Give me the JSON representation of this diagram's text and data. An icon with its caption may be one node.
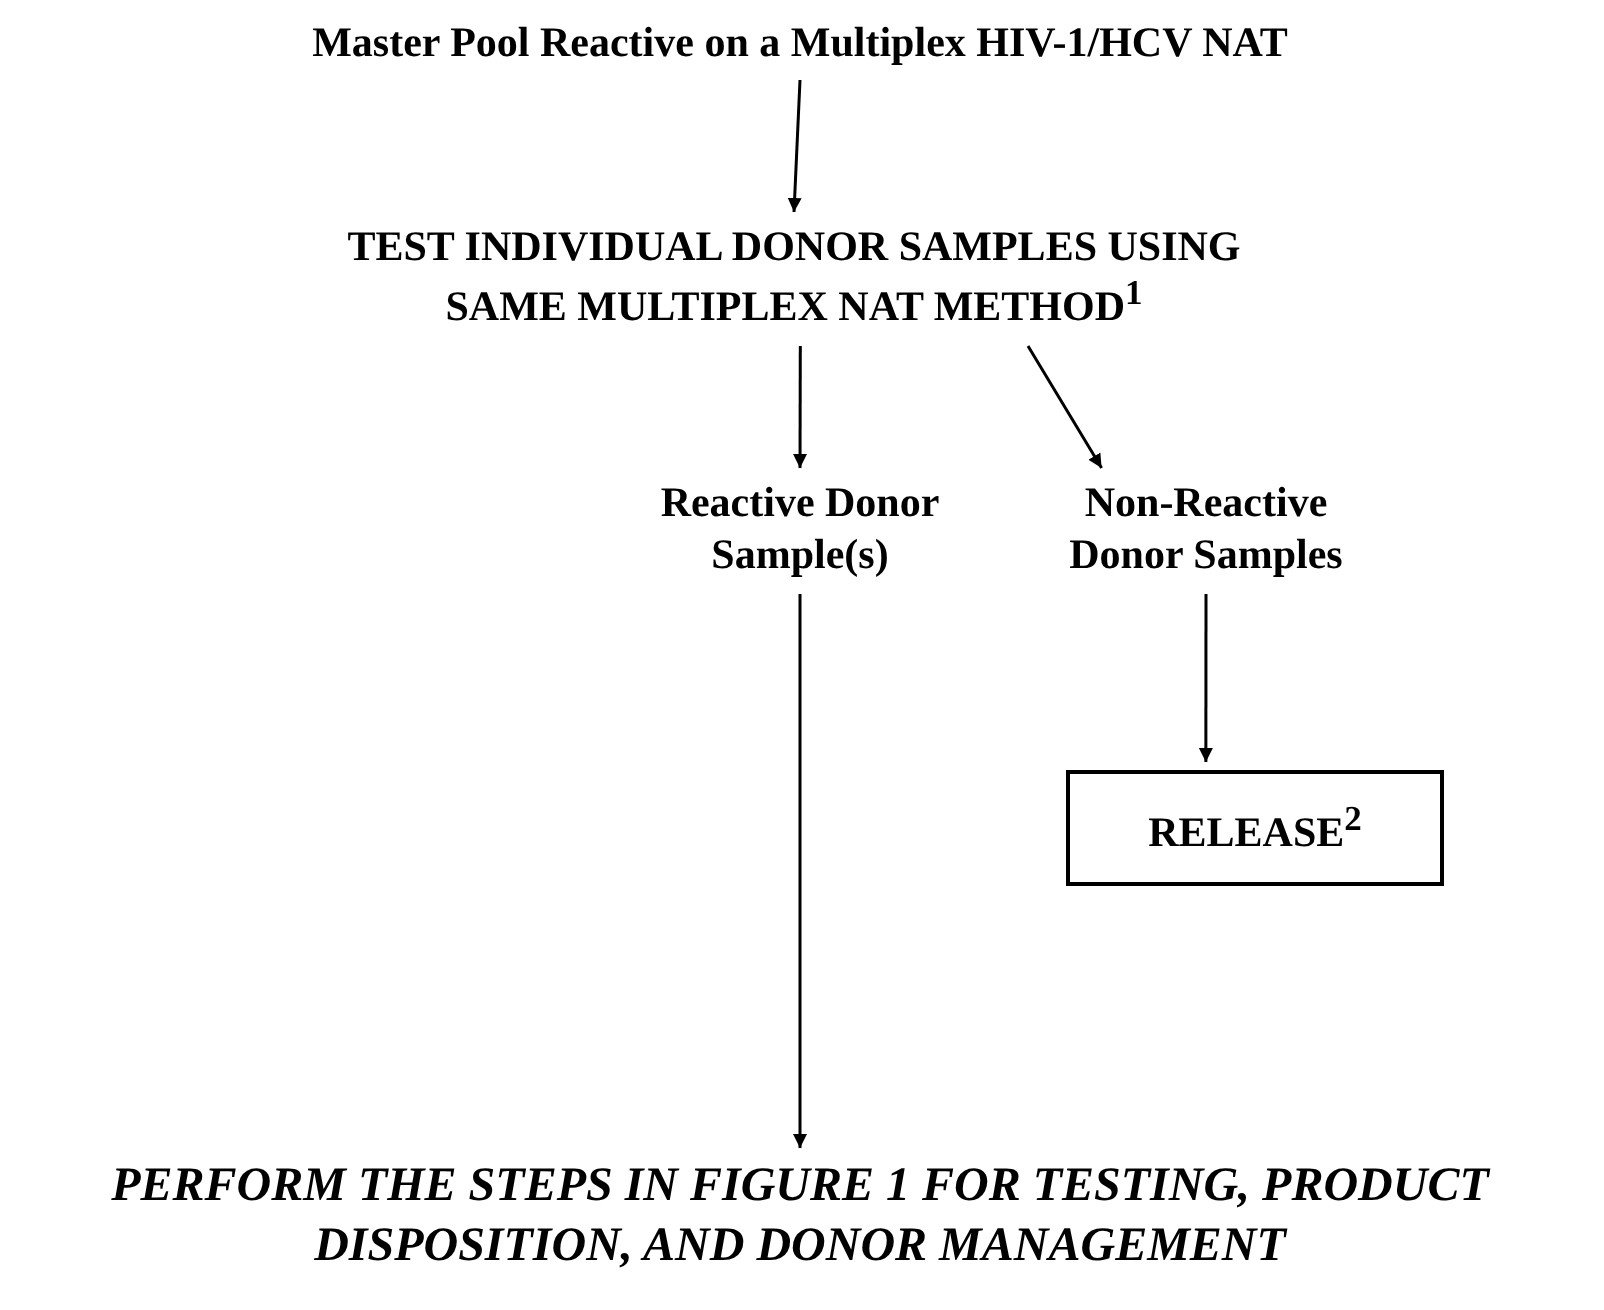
{
  "diagram": {
    "nodes": [
      {
        "text": [
          "Master Pool Reactive on a Multiplex HIV-1/HCV NAT"
        ]
      },
      {
        "text": [
          "TEST INDIVIDUAL DONOR SAMPLES USING SAME MULTIPLEX NAT METHOD$^{1}$"
        ]
      },
      {
        "text": [
          "Reactive Donor Sample(s)"
        ]
      },
      {
        "text": [
          "Non-Reactive Donor Samples"
        ]
      },
      {
        "text": [
          "RELEASE$^{2}$"
        ]
      },
      {
        "text": [
          "PERFORM THE STEPS IN FIGURE 1 FOR TESTING, PRODUCT DISPOSITION, AND DONOR MANAGEMENT"
        ]
      }
    ],
    "edges": [
      {
        "from": 0,
        "to": 1,
        "arrow": "to"
      },
      {
        "from": 1,
        "to": 2,
        "arrow": "to"
      },
      {
        "from": 1,
        "to": 3,
        "arrow": "to"
      },
      {
        "from": 3,
        "to": 4,
        "arrow": "to"
      },
      {
        "from": 2,
        "to": 5,
        "arrow": "to"
      }
    ]
  }
}
